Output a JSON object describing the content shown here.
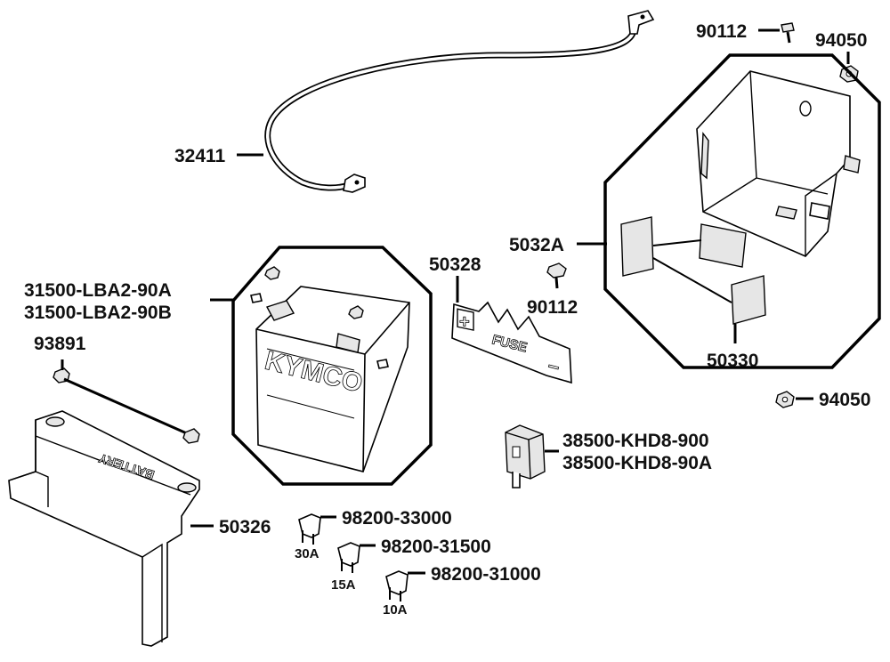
{
  "labels": {
    "p32411": "32411",
    "p90112_top": "90112",
    "p94050_top": "94050",
    "p5032A": "5032A",
    "p50328": "50328",
    "p90112_mid": "90112",
    "p50330": "50330",
    "p94050_mid": "94050",
    "battery_a": "31500-LBA2-90A",
    "battery_b": "31500-LBA2-90B",
    "p93891": "93891",
    "relay_a": "38500-KHD8-900",
    "relay_b": "38500-KHD8-90A",
    "p50326": "50326",
    "fuse30_part": "98200-33000",
    "fuse15_part": "98200-31500",
    "fuse10_part": "98200-31000",
    "fuse30_rating": "30A",
    "fuse15_rating": "15A",
    "fuse10_rating": "10A"
  },
  "markings": {
    "battery_brand": "KYMCO",
    "fuse_strip": "FUSE",
    "plus": "+",
    "minus": "−",
    "cover_text": "BATTERY"
  }
}
